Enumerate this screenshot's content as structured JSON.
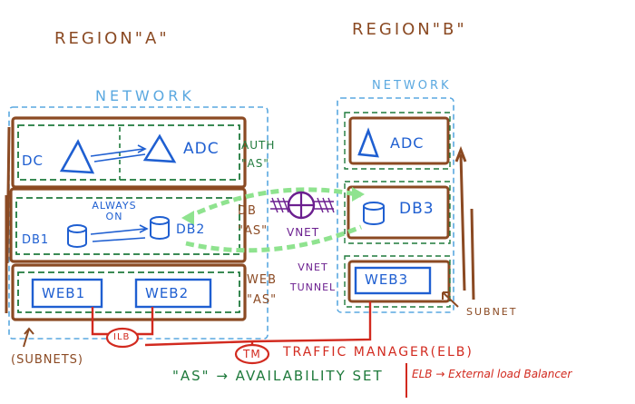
{
  "region_a": {
    "label": "REGION\"A\""
  },
  "region_b": {
    "label": "REGION\"B\""
  },
  "network_a": {
    "label": "NETWORK"
  },
  "network_b": {
    "label": "NETWORK"
  },
  "auth": {
    "dc_label": "DC",
    "adc_label": "ADC",
    "as_label": "AUTH \"AS\""
  },
  "db": {
    "always_on_label": "ALWAYS ON",
    "db1_label": "DB1",
    "db2_label": "DB2",
    "as_label": "DB \"AS\""
  },
  "web": {
    "web1_label": "WEB1",
    "web2_label": "WEB2",
    "as_label": "WEB \"AS\""
  },
  "region_b_tiers": {
    "adc_label": "ADC",
    "db3_label": "DB3",
    "web3_label": "WEB3"
  },
  "vnet": {
    "label": "VNET",
    "tunnel_label": "VNET TUNNEL"
  },
  "lb": {
    "label": "ILB"
  },
  "tm": {
    "badge": "TM",
    "label": "TRAFFIC MANAGER(ELB)"
  },
  "subnets_label": "(SUBNETS)",
  "subnet_label": "SUBNET",
  "legend": {
    "as_definition": "\"AS\" → AVAILABILITY SET",
    "elb_definition": "ELB → External load Balancer"
  },
  "colors": {
    "brown": "#8b4a23",
    "blue": "#1f5fd1",
    "green": "#1f7a3c",
    "cyan": "#5aa8e0",
    "purple": "#6b1f8f",
    "red": "#d22a1f",
    "lightgreen": "#8fe38f"
  }
}
